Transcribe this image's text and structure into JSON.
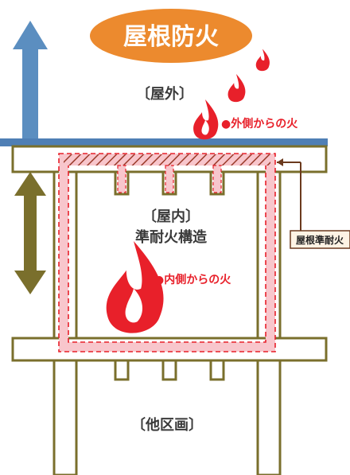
{
  "title": "屋根防火",
  "zones": {
    "outside": "〔屋外〕",
    "inside_line1": "〔屋内〕",
    "inside_line2": "準耐火構造",
    "other": "〔他区画〕"
  },
  "fire_labels": {
    "outside": "●外側からの火",
    "inside": "●内側からの火"
  },
  "callout": "屋根準耐火",
  "colors": {
    "title_bg": "#ec8a2e",
    "arrow_blue": "#5b8ec0",
    "roof_blue": "#4f7fb5",
    "frame": "#7a6f2c",
    "arrow_olive": "#7a6f2c",
    "fire_red": "#e8202a",
    "fireproof_pink": "#f8c6cc"
  },
  "icons": [
    "flame-icon",
    "arrow-up-icon",
    "arrow-updown-icon"
  ]
}
